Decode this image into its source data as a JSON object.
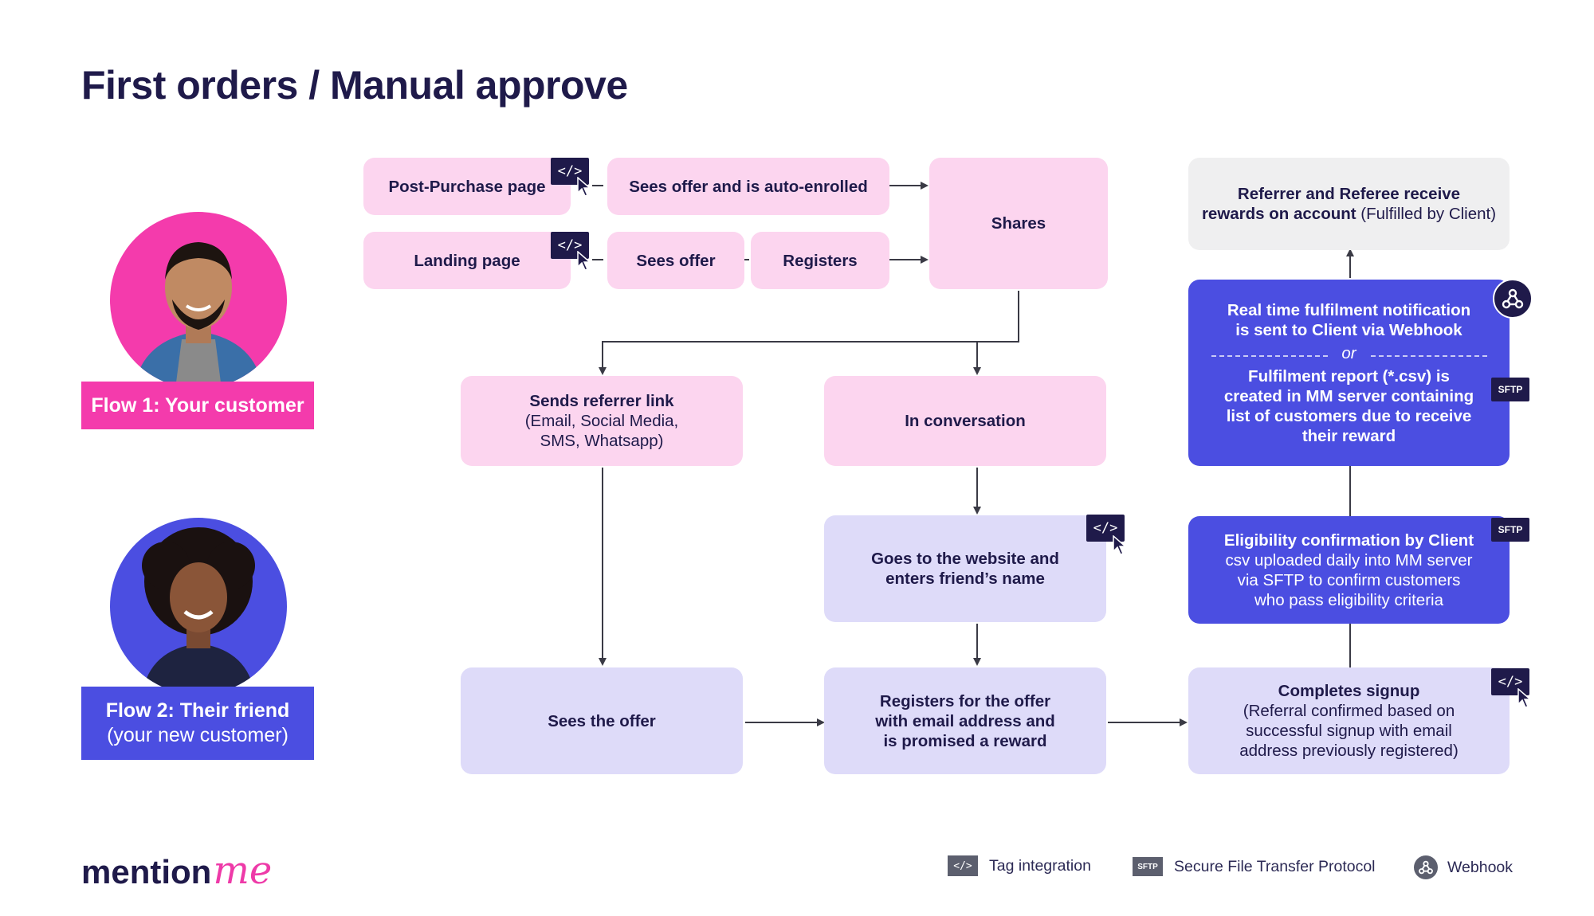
{
  "title": "First orders / Manual approve",
  "flows": {
    "flow1": {
      "label": "Flow 1: Your customer",
      "color": "#f43bac"
    },
    "flow2": {
      "line1": "Flow 2: Their friend",
      "line2": "(your new customer)",
      "color": "#4b4ee1"
    }
  },
  "nodes": {
    "post_purchase": "Post-Purchase page",
    "landing": "Landing page",
    "sees_offer_auto": "Sees offer and is auto-enrolled",
    "sees_offer": "Sees offer",
    "registers": "Registers",
    "shares": "Shares",
    "sends_link": {
      "bold": "Sends referrer link",
      "rest1": "(Email, Social Media,",
      "rest2": "SMS, Whatsapp)"
    },
    "in_conversation": "In conversation",
    "goes_website": {
      "l1": "Goes to the website and",
      "l2": "enters friend’s name"
    },
    "sees_the_offer": "Sees the offer",
    "registers_offer": {
      "l1": "Registers for the offer",
      "l2": "with email address and",
      "l3": "is promised a reward"
    },
    "completes_signup": {
      "bold": "Completes signup",
      "l1": "(Referral confirmed based on",
      "l2": "successful signup with email",
      "l3": "address previously registered)"
    },
    "eligibility": {
      "bold": "Eligibility confirmation by Client",
      "l1": "csv uploaded daily into MM server",
      "l2": "via SFTP to confirm customers",
      "l3": "who pass eligibility criteria"
    },
    "notification": {
      "l1": "Real time fulfilment notification",
      "l2": "is sent to Client via Webhook",
      "or": "or",
      "l3": "Fulfilment report (*.csv)  is",
      "l4": "created in MM server containing",
      "l5": "list of customers due to receive",
      "l6": "their reward"
    },
    "rewards": {
      "bold1": "Referrer and Referee receive",
      "bold2": "rewards on account",
      "rest": " (Fulfilled by Client)"
    }
  },
  "badges": {
    "tag": "</>",
    "sftp": "SFTP"
  },
  "legend": {
    "tag_label": "Tag integration",
    "sftp_label": "Secure File Transfer Protocol",
    "webhook_label": "Webhook"
  },
  "logo": {
    "part1": "mention",
    "part2": "me"
  },
  "colors": {
    "pink_box": "#fcd5ef",
    "lavender_box": "#dedbf9",
    "blue_box": "#4b4ee1",
    "gray_box": "#efeff0",
    "navy": "#1f1a4a"
  }
}
